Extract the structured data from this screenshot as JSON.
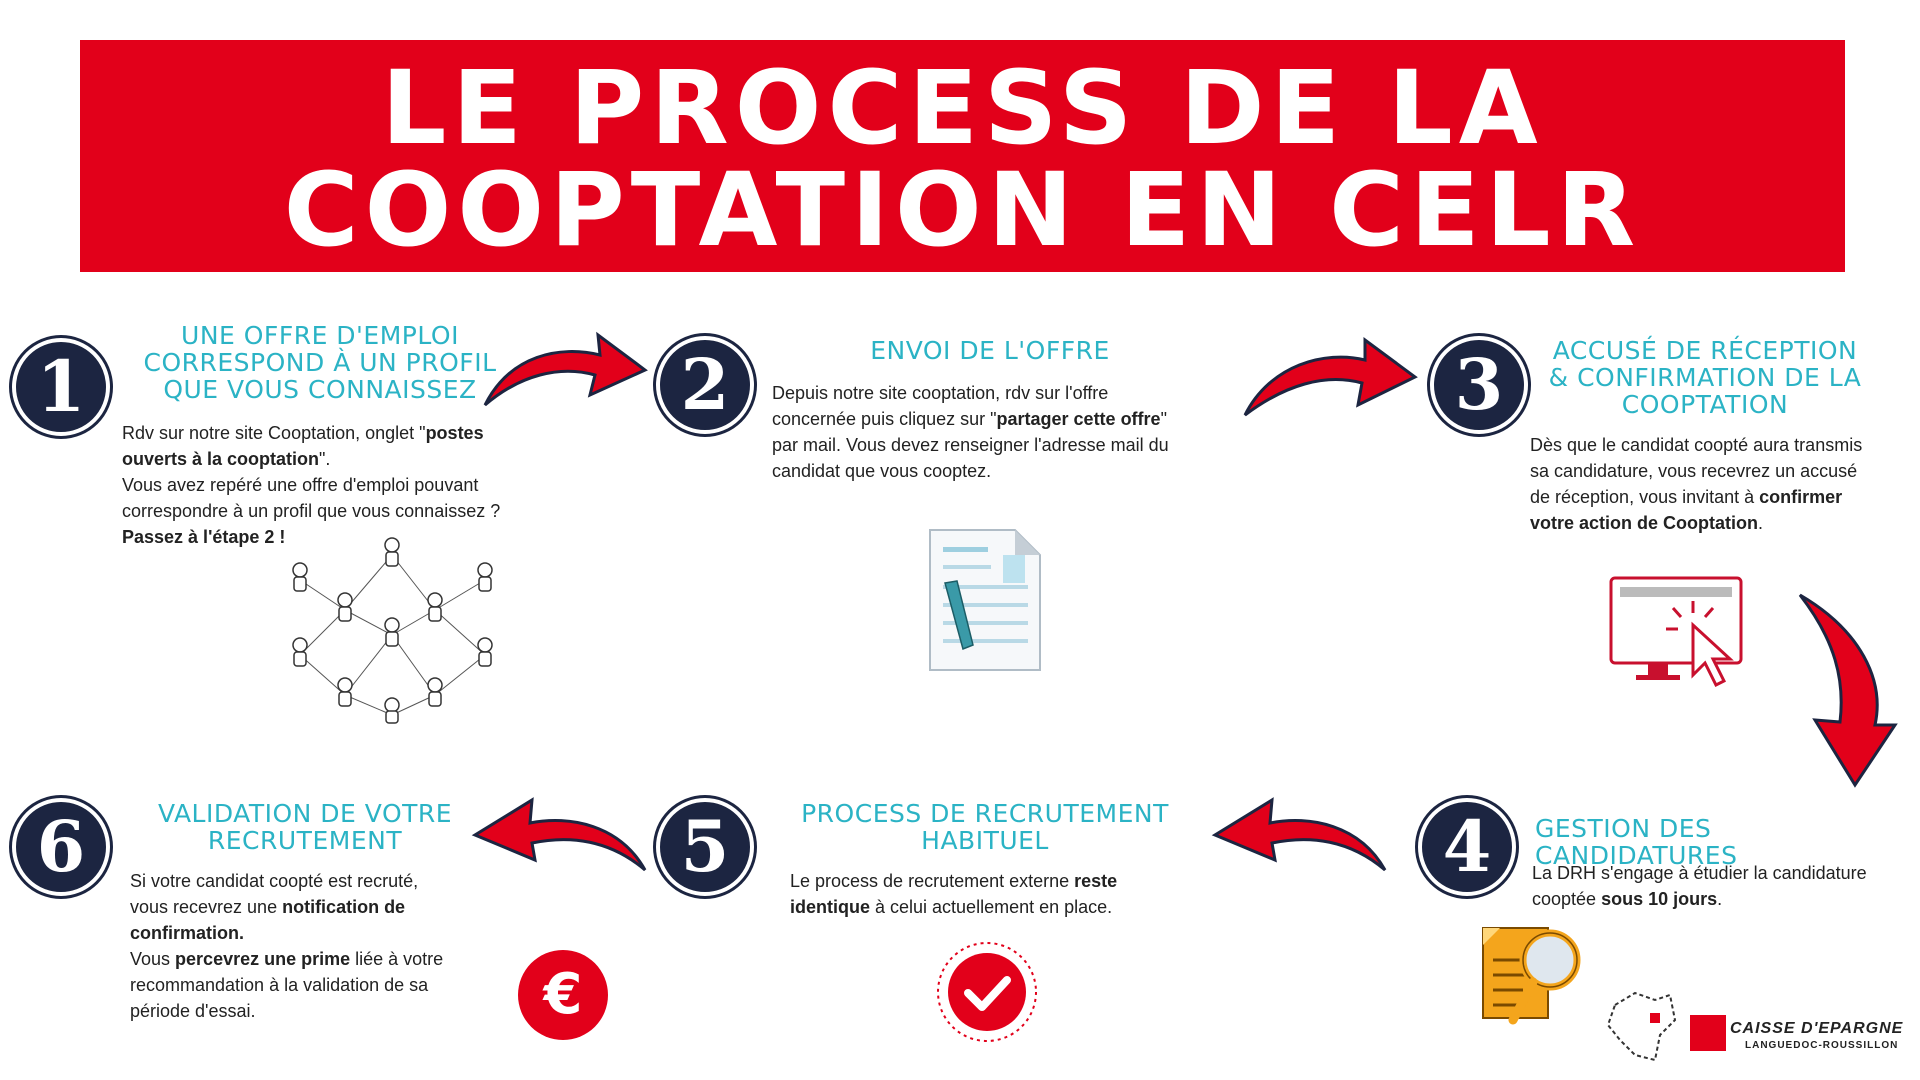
{
  "header": {
    "title_line1": "LE PROCESS DE LA",
    "title_line2": "COOPTATION EN CELR",
    "background": "#e2001a"
  },
  "colors": {
    "accent": "#e2001a",
    "title_teal": "#2bb3c5",
    "navy": "#1c2541"
  },
  "steps": [
    {
      "number": "1",
      "title": [
        "UNE OFFRE D'EMPLOI",
        "CORRESPOND À UN PROFIL",
        "QUE VOUS CONNAISSEZ"
      ],
      "body": [
        [
          "Rdv sur notre site Cooptation, onglet \"",
          "postes"
        ],
        [
          "ouverts à la cooptation",
          "\"."
        ],
        [
          "Vous avez repéré une offre d'emploi pouvant"
        ],
        [
          "correspondre à un profil que vous connaissez ?"
        ],
        [
          "Passez à l'étape 2 !"
        ]
      ],
      "icon": "people-network-icon"
    },
    {
      "number": "2",
      "title": [
        "ENVOI DE L'OFFRE"
      ],
      "body": [
        [
          "Depuis notre site cooptation, rdv sur l'offre"
        ],
        [
          "concernée puis cliquez sur \"",
          "partager cette offre",
          "\""
        ],
        [
          "par mail. Vous devez renseigner l'adresse mail du"
        ],
        [
          "candidat que vous cooptez."
        ]
      ],
      "icon": "document-pen-icon"
    },
    {
      "number": "3",
      "title": [
        "ACCUSÉ DE RÉCEPTION",
        "& CONFIRMATION DE LA",
        "COOPTATION"
      ],
      "body": [
        [
          "Dès que le candidat coopté aura transmis"
        ],
        [
          "sa candidature, vous recevrez un accusé"
        ],
        [
          "de réception, vous invitant à ",
          "confirmer"
        ],
        [
          "votre action de Cooptation",
          "."
        ]
      ],
      "icon": "monitor-click-icon"
    },
    {
      "number": "4",
      "title": [
        "GESTION DES CANDIDATURES"
      ],
      "body": [
        [
          "La DRH s'engage à étudier la candidature"
        ],
        [
          "cooptée ",
          "sous 10 jours",
          "."
        ]
      ],
      "icon": "document-magnifier-icon"
    },
    {
      "number": "5",
      "title": [
        "PROCESS DE RECRUTEMENT",
        "HABITUEL"
      ],
      "body": [
        [
          "Le process de recrutement externe ",
          "reste"
        ],
        [
          "identique",
          " à celui actuellement en place."
        ]
      ],
      "icon": "check-badge-icon"
    },
    {
      "number": "6",
      "title": [
        "VALIDATION DE VOTRE",
        "RECRUTEMENT"
      ],
      "body": [
        [
          "Si votre candidat coopté est recruté,"
        ],
        [
          "vous recevrez une ",
          "notification de"
        ],
        [
          "confirmation."
        ],
        [
          "Vous ",
          "percevrez une prime",
          " liée à votre"
        ],
        [
          "recommandation à la validation de sa"
        ],
        [
          "période d'essai."
        ]
      ],
      "icon": "euro-icon",
      "icon_text": "€"
    }
  ],
  "logo": {
    "line1": "CAISSE D'EPARGNE",
    "line2": "LANGUEDOC-ROUSSILLON"
  }
}
